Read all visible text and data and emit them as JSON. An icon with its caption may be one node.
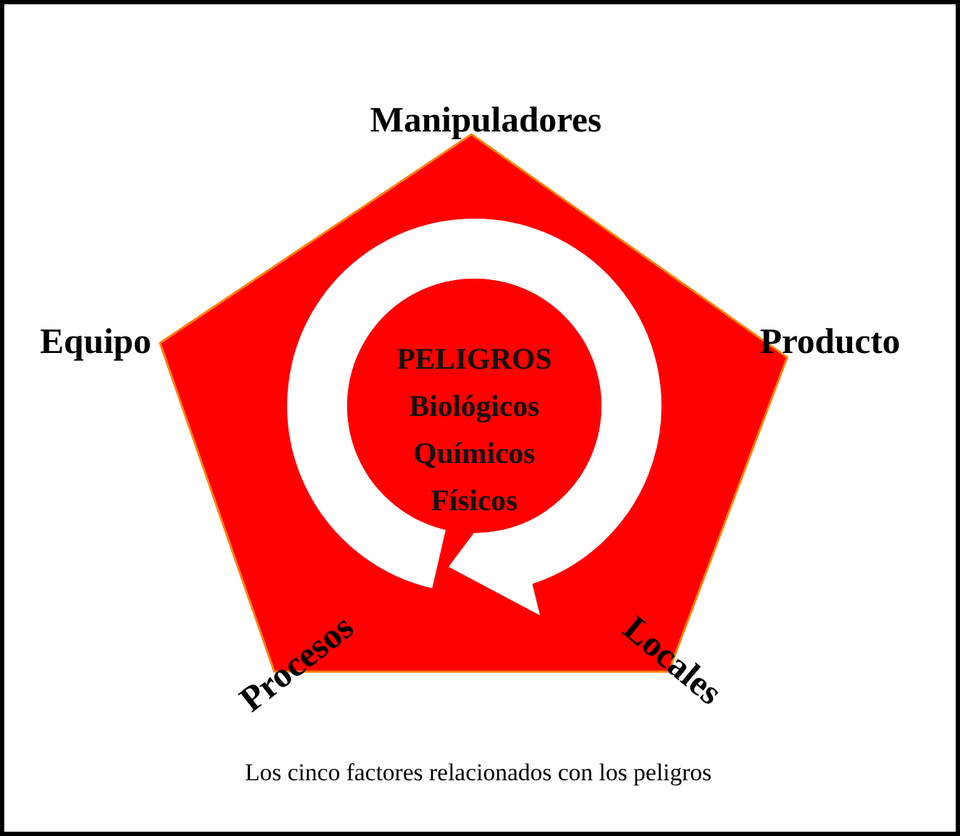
{
  "diagram": {
    "caption": "Los cinco factores relacionados con los peligros",
    "nodes": [
      {
        "text": [],
        "shape": "pentagon"
      },
      {
        "text": [
          "PELIGROS",
          "Biológicos",
          "Químicos",
          "Físicos"
        ],
        "in": 0
      }
    ],
    "labels": [
      "Manipuladores",
      "Equipo",
      "Producto",
      "Procesos",
      "Locales"
    ]
  }
}
